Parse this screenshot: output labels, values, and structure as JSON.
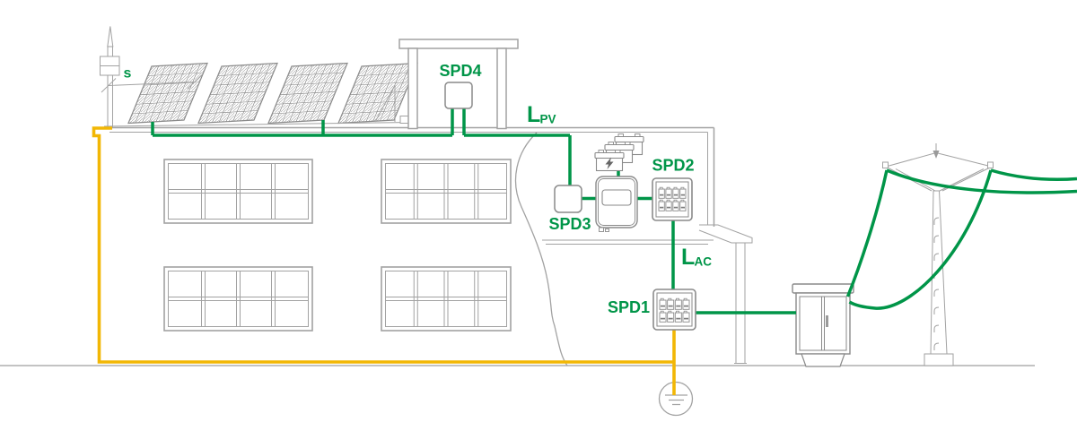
{
  "labels": {
    "separation_distance": "s",
    "spd4": "SPD4",
    "lpv_letter": "L",
    "lpv_sub": "PV",
    "spd3": "SPD3",
    "spd2": "SPD2",
    "lac_letter": "L",
    "lac_sub": "AC",
    "spd1": "SPD1"
  },
  "colors": {
    "wire_green": "#009548",
    "earth_yellow": "#F2B705",
    "building_gray": "#A2A2A2",
    "equipment_gray": "#8A8A8A",
    "ground_gray": "#AFAFAF",
    "panel_hatch_gray": "#9A9A9A"
  }
}
